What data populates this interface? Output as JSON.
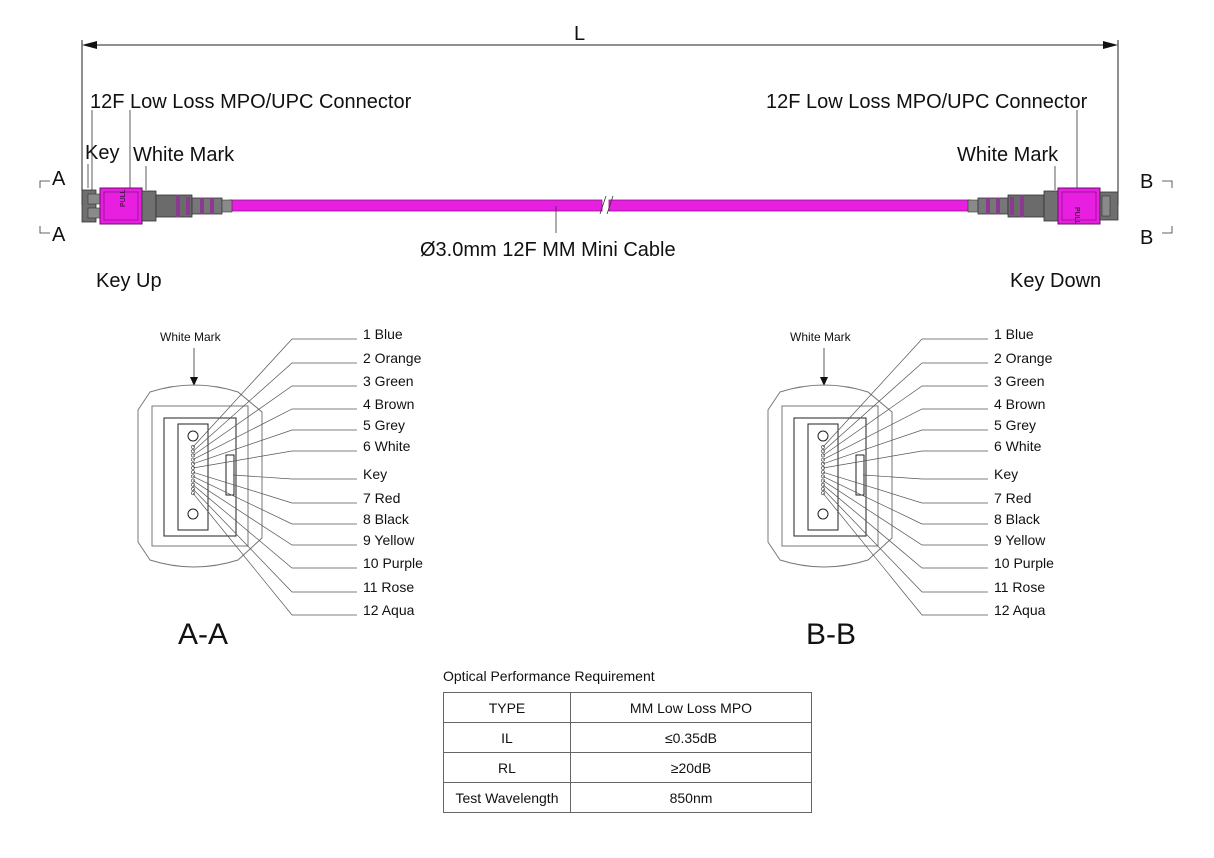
{
  "colors": {
    "cable": "#e81ee0",
    "connector_body": "#7a7a7a",
    "connector_dark": "#555555",
    "boot": "#6b6b6b",
    "boot_stripe": "#8a3b8f"
  },
  "dimension_label": "L",
  "connector_a": {
    "name": "12F Low Loss MPO/UPC Connector",
    "key_label": "Key",
    "white_mark_label": "White Mark",
    "orientation": "Key Up",
    "section_marker": "A"
  },
  "connector_b": {
    "name": "12F Low Loss MPO/UPC Connector",
    "white_mark_label": "White Mark",
    "orientation": "Key  Down",
    "section_marker": "B"
  },
  "cable_label": "Ø3.0mm 12F MM Mini Cable",
  "section_a": {
    "title": "A-A",
    "white_mark": "White Mark",
    "fibers": [
      "1 Blue",
      "2 Orange",
      "3 Green",
      "4 Brown",
      "5 Grey",
      "6 White",
      "Key",
      "7 Red",
      "8 Black",
      "9 Yellow",
      "10 Purple",
      "11 Rose",
      "12 Aqua"
    ]
  },
  "section_b": {
    "title": "B-B",
    "white_mark": "White Mark",
    "fibers": [
      "1 Blue",
      "2 Orange",
      "3 Green",
      "4 Brown",
      "5 Grey",
      "6 White",
      "Key",
      "7 Red",
      "8 Black",
      "9 Yellow",
      "10 Purple",
      "11 Rose",
      "12 Aqua"
    ]
  },
  "performance": {
    "title": "Optical Performance Requirement",
    "rows": [
      [
        "TYPE",
        "MM Low Loss MPO"
      ],
      [
        "IL",
        "≤0.35dB"
      ],
      [
        "RL",
        "≥20dB"
      ],
      [
        "Test Wavelength",
        "850nm"
      ]
    ]
  }
}
